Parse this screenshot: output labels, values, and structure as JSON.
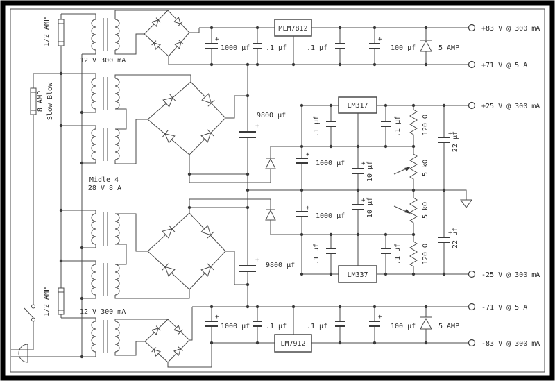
{
  "colors": {
    "wire": "#4a4a4a",
    "text": "#2b2b2b",
    "border": "#000000",
    "background": "#ffffff"
  },
  "labels": {
    "fuse_half_top": "1/2 AMP",
    "fuse_main": "8 AMP",
    "fuse_main2": "Slow Blow",
    "fuse_half_bottom": "1/2 AMP",
    "xfmr_top_rating": "12 V 300 mA",
    "xfmr_mid_name": "Midle 4",
    "xfmr_mid_rating": "28 V 8 A",
    "xfmr_bottom_rating": "12 V 300 mA",
    "reg_top": "MLM7812",
    "reg_pos": "LM317",
    "reg_neg": "LM337",
    "reg_bottom": "LM7912",
    "cap_top_1000": "1000 µf",
    "cap_top_p1": ".1 µf",
    "cap_top_p2": ".1 µf",
    "cap_top_100": "100 µf",
    "diode_top": "5 AMP",
    "cap_bot_1000": "1000 µf",
    "cap_bot_p1": ".1 µf",
    "cap_bot_p2": ".1 µf",
    "cap_bot_100": "100 µf",
    "diode_bot": "5 AMP",
    "cap_9800_top": "9800 µf",
    "cap_9800_bot": "9800 µf",
    "cap_1000_mid_top": "1000 µf",
    "cap_1000_mid_bot": "1000 µf",
    "cap_10_top": "10 µf",
    "cap_10_bot": "10 µf",
    "cap_pl_top": ".1 µf",
    "cap_pr_top": ".1 µf",
    "cap_pl_bot": ".1 µf",
    "cap_pr_bot": ".1 µf",
    "res_120_top": "120 Ω",
    "res_120_bot": "120 Ω",
    "pot_top": "5 kΩ",
    "pot_bot": "5 kΩ",
    "cap_22_top": "22 µf",
    "cap_22_bot": "22 µf",
    "out_83p": "+83 V @ 300 mA",
    "out_71p": "+71 V @ 5 A",
    "out_25p": "+25 V @ 300 mA",
    "out_25n": "-25 V @ 300 mA",
    "out_71n": "-71 V @ 5 A",
    "out_83n": "-83 V @ 300 mA",
    "plus": "+"
  }
}
